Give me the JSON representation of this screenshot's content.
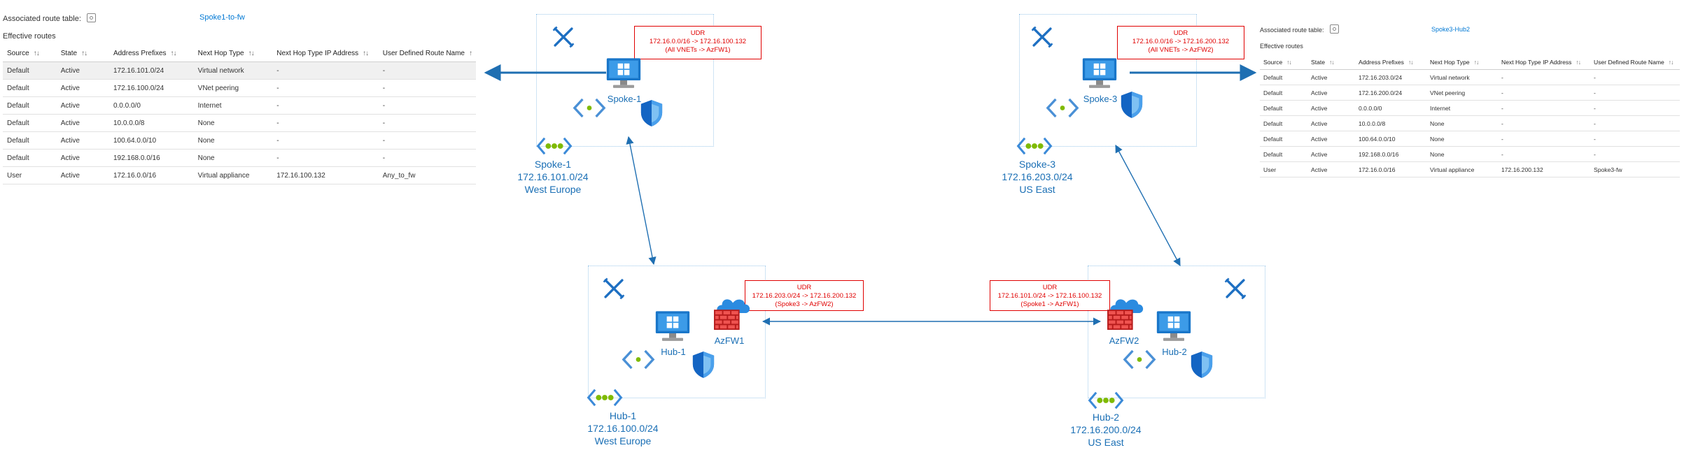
{
  "route_tables": [
    {
      "associated_label": "Associated route table:",
      "route_table_name": "Spoke1-to-fw",
      "effective_routes_label": "Effective routes",
      "columns": [
        "Source",
        "State",
        "Address Prefixes",
        "Next Hop Type",
        "Next Hop Type IP Address",
        "User Defined Route Name"
      ],
      "rows": [
        [
          "Default",
          "Active",
          "172.16.101.0/24",
          "Virtual network",
          "-",
          "-"
        ],
        [
          "Default",
          "Active",
          "172.16.100.0/24",
          "VNet peering",
          "-",
          "-"
        ],
        [
          "Default",
          "Active",
          "0.0.0.0/0",
          "Internet",
          "-",
          "-"
        ],
        [
          "Default",
          "Active",
          "10.0.0.0/8",
          "None",
          "-",
          "-"
        ],
        [
          "Default",
          "Active",
          "100.64.0.0/10",
          "None",
          "-",
          "-"
        ],
        [
          "Default",
          "Active",
          "192.168.0.0/16",
          "None",
          "-",
          "-"
        ],
        [
          "User",
          "Active",
          "172.16.0.0/16",
          "Virtual appliance",
          "172.16.100.132",
          "Any_to_fw"
        ]
      ]
    },
    {
      "associated_label": "Associated route table:",
      "route_table_name": "Spoke3-Hub2",
      "effective_routes_label": "Effective routes",
      "columns": [
        "Source",
        "State",
        "Address Prefixes",
        "Next Hop Type",
        "Next Hop Type IP Address",
        "User Defined Route Name"
      ],
      "rows": [
        [
          "Default",
          "Active",
          "172.16.203.0/24",
          "Virtual network",
          "-",
          "-"
        ],
        [
          "Default",
          "Active",
          "172.16.200.0/24",
          "VNet peering",
          "-",
          "-"
        ],
        [
          "Default",
          "Active",
          "0.0.0.0/0",
          "Internet",
          "-",
          "-"
        ],
        [
          "Default",
          "Active",
          "10.0.0.0/8",
          "None",
          "-",
          "-"
        ],
        [
          "Default",
          "Active",
          "100.64.0.0/10",
          "None",
          "-",
          "-"
        ],
        [
          "Default",
          "Active",
          "192.168.0.0/16",
          "None",
          "-",
          "-"
        ],
        [
          "User",
          "Active",
          "172.16.0.0/16",
          "Virtual appliance",
          "172.16.200.132",
          "Spoke3-fw"
        ]
      ]
    }
  ],
  "udrs": {
    "spoke1": {
      "title": "UDR",
      "line1": "172.16.0.0/16 -> 172.16.100.132",
      "line2": "(All VNETs -> AzFW1)"
    },
    "spoke3": {
      "title": "UDR",
      "line1": "172.16.0.0/16 -> 172.16.200.132",
      "line2": "(All VNETs -> AzFW2)"
    },
    "hub1": {
      "title": "UDR",
      "line1": "172.16.203.0/24 -> 172.16.200.132",
      "line2": "(Spoke3 -> AzFW2)"
    },
    "hub2": {
      "title": "UDR",
      "line1": "172.16.101.0/24 -> 172.16.100.132",
      "line2": "(Spoke1 -> AzFW1)"
    }
  },
  "vnets": {
    "spoke1": {
      "vm_label": "Spoke-1",
      "name": "Spoke-1",
      "prefix": "172.16.101.0/24",
      "region": "West Europe"
    },
    "spoke3": {
      "vm_label": "Spoke-3",
      "name": "Spoke-3",
      "prefix": "172.16.203.0/24",
      "region": "US East"
    },
    "hub1": {
      "vm_label": "Hub-1",
      "fw_label": "AzFW1",
      "name": "Hub-1",
      "prefix": "172.16.100.0/24",
      "region": "West Europe"
    },
    "hub2": {
      "vm_label": "Hub-2",
      "fw_label": "AzFW2",
      "name": "Hub-2",
      "prefix": "172.16.200.0/24",
      "region": "US East"
    }
  },
  "colors": {
    "link": "#0078d4",
    "arrow": "#1f6fb2",
    "udr": "#e00000",
    "label": "#1a6fb5",
    "vnet_dots": "#7fba00"
  }
}
